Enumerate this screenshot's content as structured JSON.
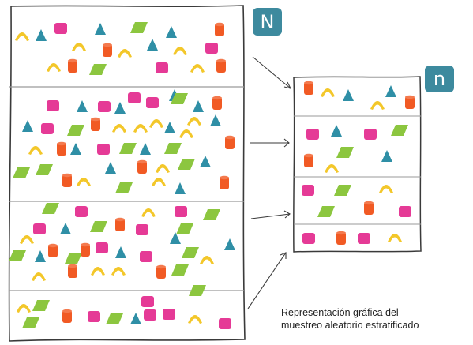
{
  "population": {
    "badge": "N",
    "strata_count": 4
  },
  "sample": {
    "badge": "n",
    "strata_count": 4
  },
  "caption": {
    "line1": "Representación gráfica del",
    "line2": "muestreo aleatorio estratificado"
  },
  "colors": {
    "badge": "#3d8a9e",
    "magenta": "#e53a96",
    "teal": "#2f8fa6",
    "green": "#8cc63f",
    "yellow": "#f3c72a",
    "orange": "#f15a24",
    "frame": "#3a3a3a",
    "divider": "#9a9a9a",
    "arrow": "#3a3a3a"
  },
  "shape_types": [
    "magenta-square",
    "teal-triangle",
    "green-parallelogram",
    "yellow-arc",
    "orange-cylinder"
  ]
}
